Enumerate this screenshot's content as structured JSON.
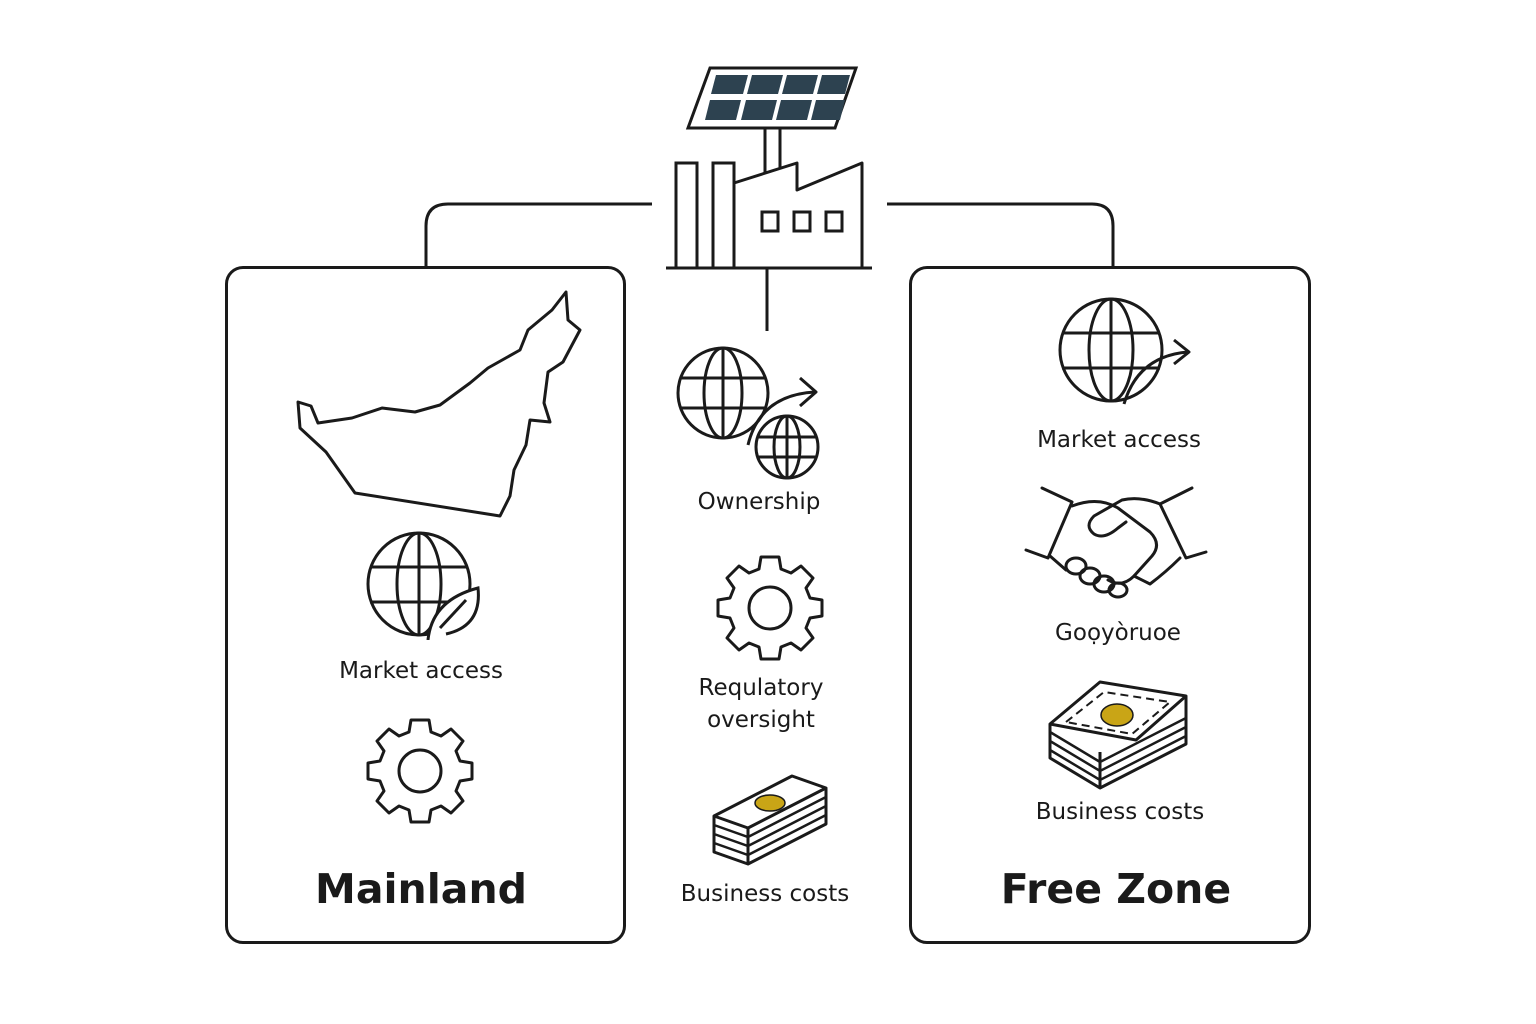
{
  "colors": {
    "stroke": "#1a1a1a",
    "panel_dark": "#2d4250",
    "coin": "#c9a516"
  },
  "center": {
    "ownership": "Ownership",
    "regulatory": "Requlatory\noversight",
    "business_costs": "Business costs"
  },
  "left": {
    "market_access": "Market access",
    "title": "Mainland"
  },
  "right": {
    "market_access": "Market access",
    "governance": "Goọyòruoe",
    "business_costs": "Business costs",
    "title": "Free Zone"
  },
  "icons": {
    "top": "factory-solar-icon",
    "map": "uae-map-icon",
    "globe_leaf": "globe-leaf-icon",
    "gear": "gear-icon",
    "globe_arrow": "globe-arrow-icon",
    "globes": "two-globes-icon",
    "handshake": "handshake-icon",
    "cash": "cash-stack-icon"
  }
}
